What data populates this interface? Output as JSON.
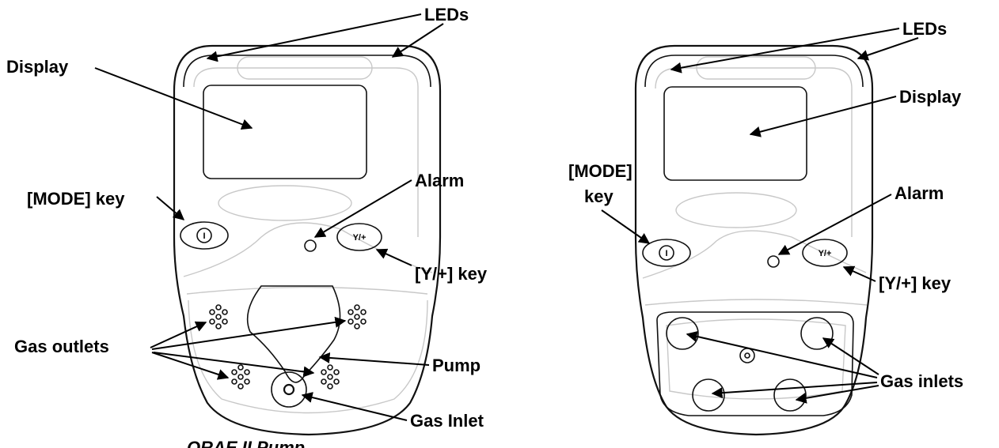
{
  "left_device": {
    "caption": "QRAE II Pump",
    "labels": {
      "leds": "LEDs",
      "display": "Display",
      "mode_key": "[MODE] key",
      "alarm": "Alarm",
      "y_key": "[Y/+] key",
      "gas_outlets": "Gas outlets",
      "pump": "Pump",
      "gas_inlet": "Gas Inlet"
    },
    "mode_key_glyph": "I",
    "y_key_glyph": "Y/+"
  },
  "right_device": {
    "labels": {
      "leds": "LEDs",
      "display": "Display",
      "mode_key_line1": "[MODE]",
      "mode_key_line2": "key",
      "alarm": "Alarm",
      "y_key": "[Y/+] key",
      "gas_inlets": "Gas inlets"
    },
    "mode_key_glyph": "I",
    "y_key_glyph": "Y/+"
  }
}
